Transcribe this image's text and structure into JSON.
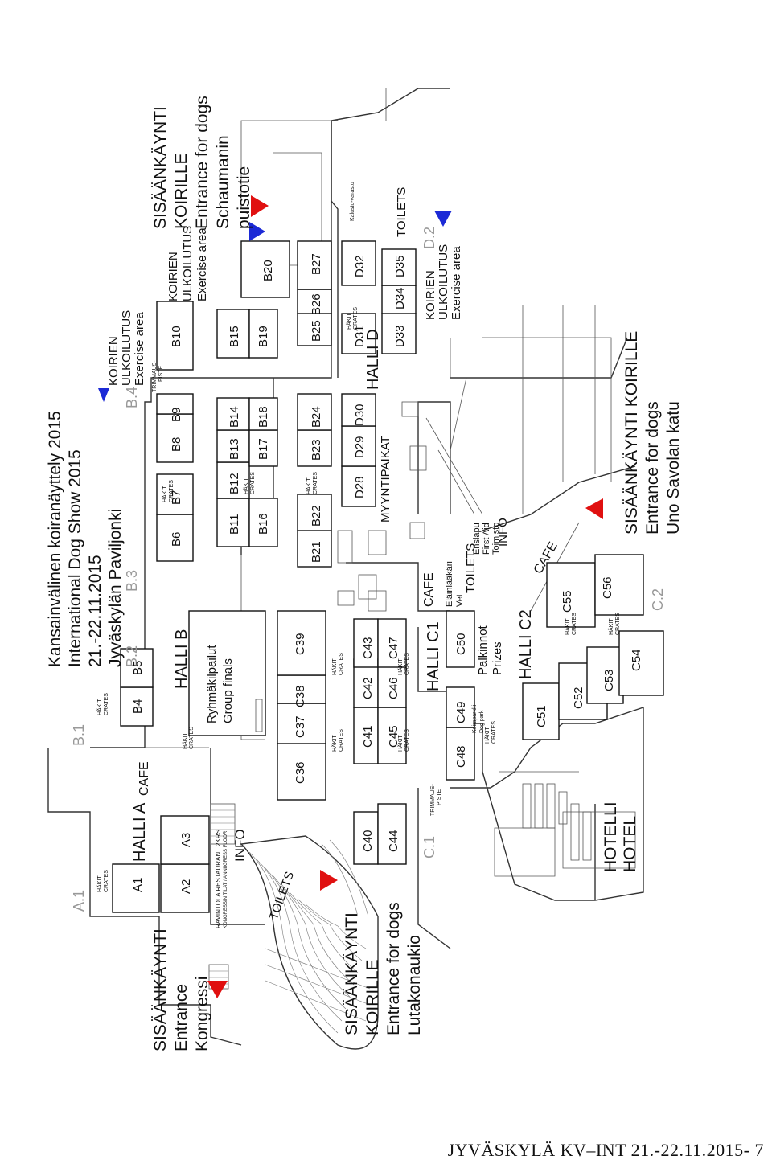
{
  "footer": "JYVÄSKYLÄ KV–INT 21.-22.11.2015- 7",
  "title": {
    "line1": "Kansainvälinen koiranäyttely 2015",
    "line2": "International Dog Show 2015",
    "line3": "21.-22.11.2015",
    "line4": "Jyväskylän Paviljonki"
  },
  "halls": {
    "a": "HALLI A",
    "b": "HALLI B",
    "c1": "HALLI C1",
    "c2": "HALLI C2",
    "d": "HALLI D"
  },
  "rings": {
    "A1": "A1",
    "A2": "A2",
    "A3": "A3",
    "B4": "B4",
    "B5": "B5",
    "B6": "B6",
    "B7": "B7",
    "B8": "B8",
    "B9": "B9",
    "B10": "B10",
    "B11": "B11",
    "B12": "B12",
    "B13": "B13",
    "B14": "B14",
    "B15": "B15",
    "B16": "B16",
    "B17": "B17",
    "B18": "B18",
    "B19": "B19",
    "B20": "B20",
    "B21": "B21",
    "B22": "B22",
    "B23": "B23",
    "B24": "B24",
    "B25": "B25",
    "B26": "B26",
    "B27": "B27",
    "C36": "C36",
    "C37": "C37",
    "C38": "C38",
    "C39": "C39",
    "C40": "C40",
    "C41": "C41",
    "C42": "C42",
    "C43": "C43",
    "C44": "C44",
    "C45": "C45",
    "C46": "C46",
    "C47": "C47",
    "C48": "C48",
    "C49": "C49",
    "C50": "C50",
    "C51": "C51",
    "C52": "C52",
    "C53": "C53",
    "C54": "C54",
    "C55": "C55",
    "C56": "C56",
    "D28": "D28",
    "D29": "D29",
    "D30": "D30",
    "D31": "D31",
    "D32": "D32",
    "D33": "D33",
    "D34": "D34",
    "D35": "D35"
  },
  "section_markers": {
    "a1": "A.1",
    "b1": "B.1",
    "b2": "B.2",
    "b3": "B.3",
    "b4": "B.4",
    "c1": "C.1",
    "c2": "C.2",
    "d2": "D.2"
  },
  "labels": {
    "cafe": "CAFE",
    "info": "INFO",
    "toilets": "TOILETS",
    "group_finals_fi": "Ryhmäkilpailut",
    "group_finals_en": "Group finals",
    "sales_area": "MYYNTIPAIKAT",
    "crates_fi": "HÄKIT",
    "crates_en": "CRATES",
    "trimming_fi": "TRIMMAUS-",
    "trimming_fi2": "PISTE",
    "restaurant": "RAVINTOLA RESTAURANT 2KRS",
    "restaurant2": "KONGRESSIN TILAT / ANNIIGRESS FLOOR",
    "vet_fi": "Eläinlääkäri",
    "vet_en": "Vet",
    "prizes_fi": "Palkinnot",
    "prizes_en": "Prizes",
    "first_aid_fi": "Ensiapu",
    "first_aid_en": "First Aid",
    "office_fi": "Toimisto",
    "dog_park_fi": "Koiraparkki",
    "dog_park_en": "Dog park",
    "hotel_fi": "HOTELLI",
    "hotel_en": "HOTEL",
    "kalusto": "Kalusto-varasto"
  },
  "entrances": {
    "kongressi": {
      "l1": "SISÄÄNKÄYNTI",
      "l2": "Entrance",
      "l3": "Kongressi"
    },
    "lutakonaukio": {
      "l1": "SISÄÄNKÄYNTI",
      "l2": "KOIRILLE",
      "l3": "Entrance for dogs",
      "l4": "Lutakonaukio"
    },
    "schaumanin": {
      "l1": "SISÄÄNKÄYNTI",
      "l2": "KOIRILLE",
      "l3": "Entrance for dogs",
      "l4": "Schaumanin",
      "l5": "puistotie"
    },
    "uno_savolan": {
      "l1": "SISÄÄNKÄYNTI KOIRILLE",
      "l2": "Entrance for dogs",
      "l3": "Uno Savolan katu"
    }
  },
  "exercise_areas": {
    "fi1": "KOIRIEN",
    "fi2": "ULKOILUTUS",
    "en": "Exercise area"
  },
  "colors": {
    "entrance_marker": "#e01010",
    "exercise_marker": "#1c2ad6"
  }
}
